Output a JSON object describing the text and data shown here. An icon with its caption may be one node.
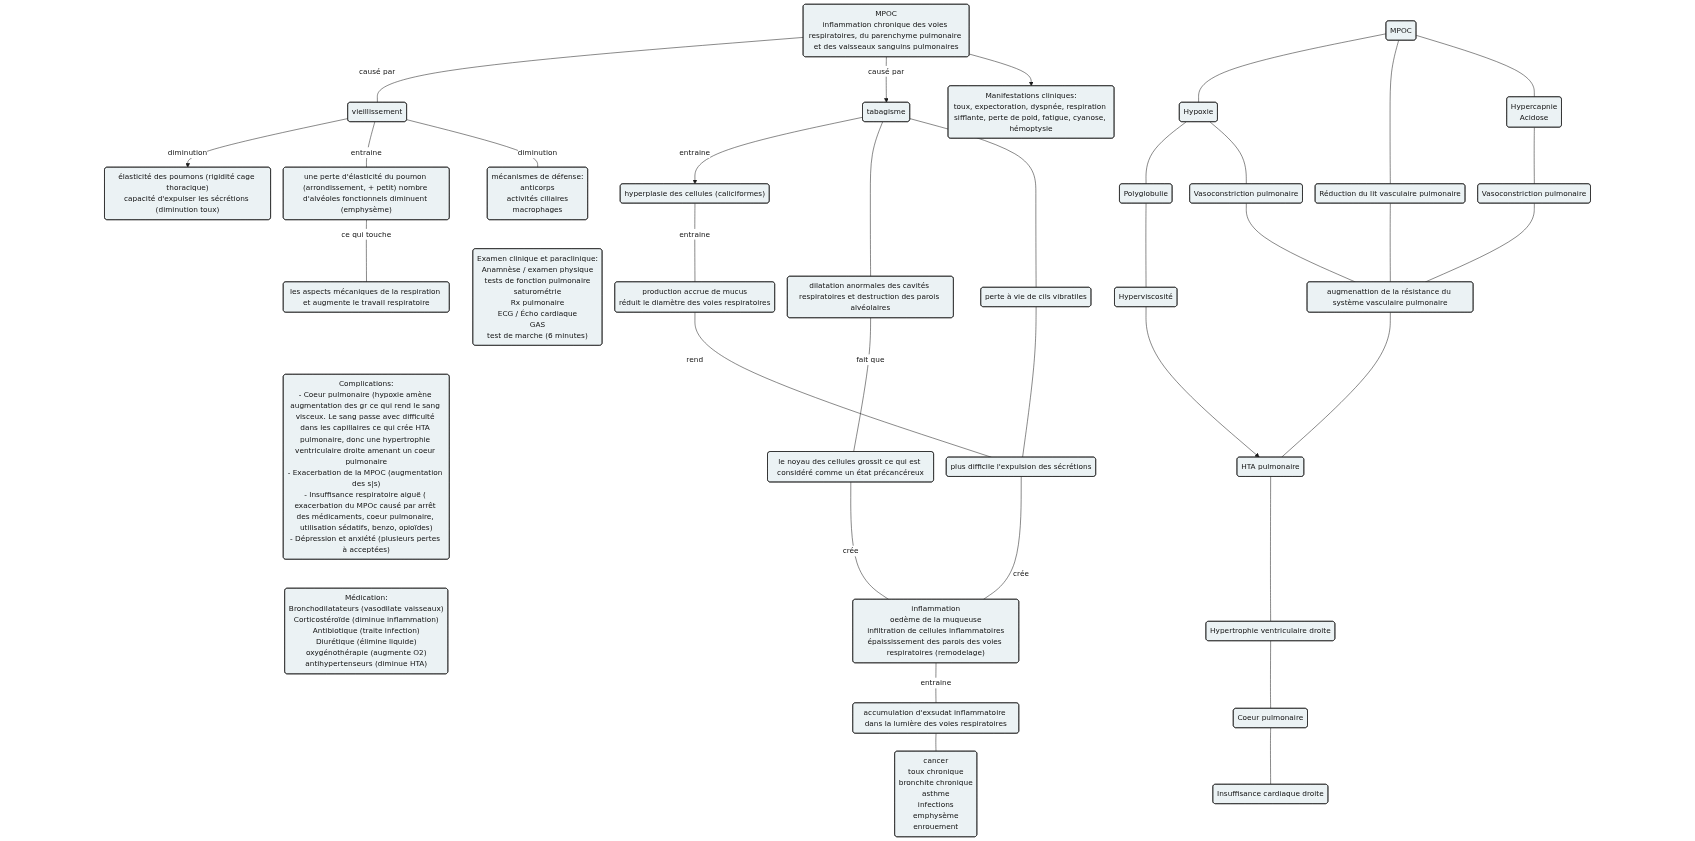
{
  "diagram": {
    "nodes": [
      {
        "text": [
          "MPOC",
          "inflammation chronique des voies respiratoires, du parenchyme pulmonaire et des vaisseaux sanguins pulmonaires"
        ]
      },
      {
        "text": [
          "Manifestations cliniques:",
          "toux, expectoration, dyspnée, respiration sifflante, perte de poid, fatigue, cyanose, hémoptysie"
        ]
      },
      {
        "text": [
          "tabagisme"
        ]
      },
      {
        "text": [
          "vieillissement"
        ]
      },
      {
        "text": [
          "élasticité des poumons (rigidité cage thoracique)",
          "capacité d'expulser les sécrétions (diminution toux)"
        ]
      },
      {
        "text": [
          "hyperplasie des cellules (caliciformes)"
        ]
      },
      {
        "text": [
          "perte à vie de cils vibratiles"
        ]
      },
      {
        "text": [
          "une perte d'élasticité du poumon (arrondissement, + petit) nombre d'alvéoles fonctionnels diminuent (emphysème)"
        ]
      },
      {
        "text": [
          "mécanismes de défense:",
          "anticorps",
          "activités ciliaires",
          "macrophages"
        ]
      },
      {
        "text": [
          "dilatation anormales des cavités respiratoires et destruction des parois alvéolaires"
        ]
      },
      {
        "text": [
          "production accrue de mucus",
          "réduit le diamètre des voies respiratoires"
        ]
      },
      {
        "text": [
          "le noyau des cellules grossit ce qui est considéré comme un état précancéreux"
        ]
      },
      {
        "text": [
          "plus difficile l'expulsion des sécrétions"
        ]
      },
      {
        "text": [
          "les aspects mécaniques de la respiration et augmente le travail respiratoire"
        ]
      },
      {
        "text": [
          "Complications:",
          "- Coeur pulmonaire (hypoxie amène augmentation des gr ce qui rend le sang visceux. Le sang passe avec difficulté dans les capillaires ce qui crée HTA pulmonaire, donc une hypertrophie ventriculaire droite amenant un coeur pulmonaire",
          "- Exacerbation de la MPOC (augmentation des s|s)",
          "- Insuffisance respiratoire aiguë ( exacerbation du MPOc causé par arrêt des médicaments, coeur pulmonaire, utilisation sédatifs, benzo, opioïdes)",
          "- Dépression et anxiété (plusieurs pertes à acceptées)"
        ]
      },
      {
        "text": [
          "inflammation",
          "oedème de la muqueuse",
          "infiltration de cellules inflammatoires",
          "épaississement des parois des voies respiratoires (remodelage)"
        ]
      },
      {
        "text": [
          "accumulation d'exsudat inflammatoire dans la lumière des voies respiratoires"
        ]
      },
      {
        "text": [
          "Médication:",
          "Bronchodilatateurs (vasodilate vaisseaux)",
          "Corticostéroïde (diminue inflammation)",
          "Antibiotique (traite infection)",
          "Diurétique (élimine liquide)",
          "oxygénothérapie (augmente O2)",
          "antihypertenseurs (diminue HTA)"
        ]
      },
      {
        "text": [
          "Examen clinique et paraclinique:",
          "Anamnèse / examen physique",
          "tests de fonction pulmonaire",
          "saturométrie",
          "Rx pulmonaire",
          "ECG / Écho cardiaque",
          "GAS",
          "test de marche (6 minutes)"
        ]
      },
      {
        "text": [
          "cancer",
          "toux chronique",
          "bronchite chronique",
          "asthme",
          "infections",
          "emphysème",
          "enrouement"
        ]
      },
      {
        "text": [
          "MPOC"
        ]
      },
      {
        "text": [
          "Hypoxie"
        ]
      },
      {
        "text": [
          "Réduction du lit vasculaire pulmonaire"
        ]
      },
      {
        "text": [
          "Hypercapnie",
          "Acidose"
        ]
      },
      {
        "text": [
          "Polyglobulie"
        ]
      },
      {
        "text": [
          "Vasoconstriction pulmonaire"
        ]
      },
      {
        "text": [
          "augmenattion de la résistance du système vasculaire pulmonaire"
        ]
      },
      {
        "text": [
          "Vasoconstriction pulmonaire"
        ]
      },
      {
        "text": [
          "Hyperviscosité"
        ]
      },
      {
        "text": [
          "HTA pulmonaire"
        ]
      },
      {
        "text": [
          "Hypertrophie ventriculaire droite"
        ]
      },
      {
        "text": [
          "Coeur pulmonaire"
        ]
      },
      {
        "text": [
          "Insuffisance cardiaque droite"
        ]
      }
    ],
    "edges": [
      {
        "from": 0,
        "to": 3,
        "arrow": "none",
        "label": "causé par"
      },
      {
        "from": 0,
        "to": 2,
        "arrow": "to",
        "label": "causé par"
      },
      {
        "from": 0,
        "to": 1,
        "arrow": "to"
      },
      {
        "from": 3,
        "to": 4,
        "arrow": "to",
        "label": "diminution"
      },
      {
        "from": 3,
        "to": 7,
        "arrow": "none",
        "label": "entraine"
      },
      {
        "from": 3,
        "to": 8,
        "arrow": "none",
        "label": "diminution"
      },
      {
        "from": 2,
        "to": 5,
        "arrow": "to",
        "label": "entraine"
      },
      {
        "from": 2,
        "to": 9,
        "arrow": "none"
      },
      {
        "from": 2,
        "to": 6,
        "arrow": "none"
      },
      {
        "from": 5,
        "to": 10,
        "arrow": "none",
        "label": "entraine"
      },
      {
        "from": 7,
        "to": 13,
        "arrow": "none",
        "label": "ce qui touche"
      },
      {
        "from": 9,
        "to": 11,
        "arrow": "none",
        "label": "fait que"
      },
      {
        "from": 10,
        "to": 12,
        "arrow": "none",
        "label": "rend"
      },
      {
        "from": 6,
        "to": 12,
        "arrow": "none"
      },
      {
        "from": 11,
        "to": 15,
        "arrow": "none",
        "label": "crée"
      },
      {
        "from": 12,
        "to": 15,
        "arrow": "none",
        "label": "crée"
      },
      {
        "from": 15,
        "to": 16,
        "arrow": "none",
        "label": "entraine"
      },
      {
        "from": 16,
        "to": 19,
        "arrow": "none"
      },
      {
        "from": 20,
        "to": 21,
        "arrow": "none"
      },
      {
        "from": 20,
        "to": 22,
        "arrow": "none"
      },
      {
        "from": 20,
        "to": 23,
        "arrow": "none"
      },
      {
        "from": 21,
        "to": 24,
        "arrow": "none"
      },
      {
        "from": 21,
        "to": 25,
        "arrow": "none"
      },
      {
        "from": 22,
        "to": 26,
        "arrow": "none"
      },
      {
        "from": 23,
        "to": 27,
        "arrow": "none"
      },
      {
        "from": 25,
        "to": 26,
        "arrow": "none"
      },
      {
        "from": 27,
        "to": 26,
        "arrow": "none"
      },
      {
        "from": 24,
        "to": 28,
        "arrow": "none"
      },
      {
        "from": 26,
        "to": 29,
        "arrow": "none"
      },
      {
        "from": 28,
        "to": 29,
        "arrow": "to"
      },
      {
        "from": 29,
        "to": 30,
        "arrow": "none"
      },
      {
        "from": 30,
        "to": 31,
        "arrow": "none"
      },
      {
        "from": 31,
        "to": 32,
        "arrow": "none"
      }
    ]
  }
}
